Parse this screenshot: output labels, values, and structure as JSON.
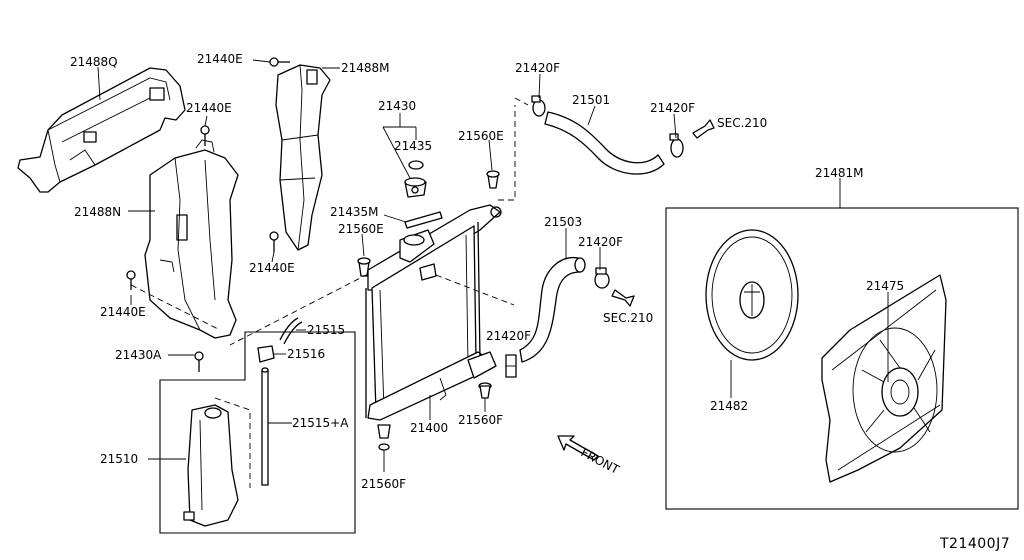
{
  "diagram_ref": "T21400J7",
  "labels": {
    "p21488Q": "21488Q",
    "p21440E_a": "21440E",
    "p21488M": "21488M",
    "p21440E_b": "21440E",
    "p21488N": "21488N",
    "p21440E_c": "21440E",
    "p21440E_d": "21440E",
    "p21430": "21430",
    "p21435": "21435",
    "p21560E_a": "21560E",
    "p21435M": "21435M",
    "p21560E_b": "21560E",
    "p21515": "21515",
    "p21430A": "21430A",
    "p21516": "21516",
    "p21515A": "21515+A",
    "p21510": "21510",
    "p21400": "21400",
    "p21560F_a": "21560F",
    "p21560F_b": "21560F",
    "p21420F_a": "21420F",
    "p21501": "21501",
    "p21420F_b": "21420F",
    "sec210_a": "SEC.210",
    "p21503": "21503",
    "p21420F_c": "21420F",
    "sec210_b": "SEC.210",
    "p21420F_d": "21420F",
    "front": "FRONT",
    "p21481M": "21481M",
    "p21475": "21475",
    "p21482": "21482"
  }
}
